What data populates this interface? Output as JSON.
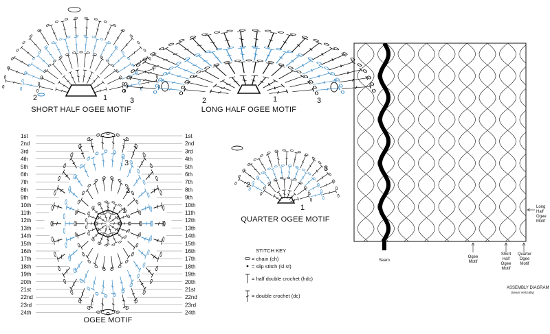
{
  "motifs": {
    "short_half": {
      "title": "SHORT HALF OGEE MOTIF",
      "markers": [
        "2",
        "1",
        "3"
      ]
    },
    "long_half": {
      "title": "LONG HALF OGEE MOTIF",
      "markers": [
        "2",
        "1",
        "3"
      ]
    },
    "full": {
      "title": "OGEE MOTIF",
      "markers": [
        "3",
        "2",
        "1"
      ]
    },
    "quarter": {
      "title": "QUARTER OGEE MOTIF",
      "markers": [
        "3",
        "2",
        "1"
      ]
    }
  },
  "rows": [
    "1st",
    "2nd",
    "3rd",
    "4th",
    "5th",
    "6th",
    "7th",
    "8th",
    "9th",
    "10th",
    "11th",
    "12th",
    "13th",
    "14th",
    "15th",
    "16th",
    "17th",
    "18th",
    "19th",
    "20th",
    "21st",
    "22nd",
    "23rd",
    "24th"
  ],
  "stitch_key": {
    "title": "STITCH KEY",
    "items": [
      {
        "symbol": "chain-icon",
        "label": "= chain (ch)"
      },
      {
        "symbol": "slip-stitch-icon",
        "label": "= slip stitch (sl st)"
      },
      {
        "symbol": "hdc-icon",
        "label": "= half double crochet (hdc)"
      },
      {
        "symbol": "dc-icon",
        "label": "= double crochet (dc)"
      }
    ]
  },
  "assembly": {
    "title": "ASSEMBLY DIAGRAM",
    "subtitle": "(Seam Vertically)",
    "labels": {
      "seam": "Seam",
      "ogee": [
        "Ogee",
        "Motif"
      ],
      "short_half": [
        "Short",
        "Half",
        "Ogee",
        "Motif"
      ],
      "quarter": [
        "Quarter",
        "Ogee",
        "Motif"
      ],
      "long_half": [
        "Long",
        "Half",
        "Ogee",
        "Motif"
      ]
    }
  },
  "colors": {
    "ink": "#111111",
    "blue": "#3f8fc8",
    "seam": "#000000"
  }
}
